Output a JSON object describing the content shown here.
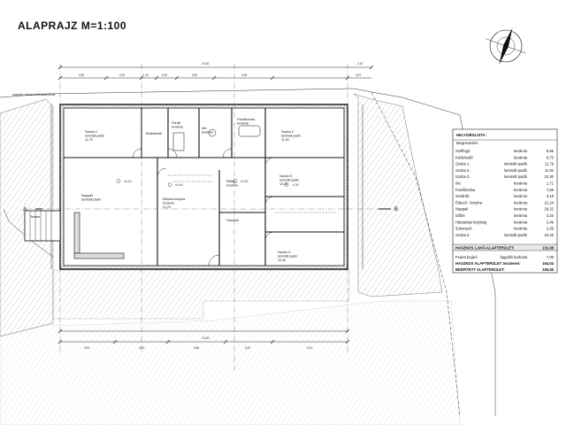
{
  "title": "ALAPRAJZ  M=1:100",
  "boundary_note": "maradó: kbeta telekhatárvonal",
  "section_marks": {
    "left": "A",
    "right": "B"
  },
  "overall_dims": {
    "top_total": "19,60",
    "top_right": "2,67",
    "bottom_total": "19,60"
  },
  "top_segments": [
    "4,90",
    "4,00",
    "1,20",
    "1,90",
    "3,30",
    "4,95",
    "2,67"
  ],
  "bottom_segments": [
    "4,90",
    "4,00",
    "3,80",
    "3,40",
    "5,10"
  ],
  "level_marks": [
    "±0,00",
    "±0,00",
    "±0,00",
    "-0,30"
  ],
  "rooms": [
    {
      "key": "haloszoba1",
      "name": "Szoba 1.",
      "sub": "laminált padló",
      "area": "11,79"
    },
    {
      "key": "kozlekedo_top",
      "name": "Közlekedő",
      "sub": "",
      "area": ""
    },
    {
      "key": "furdo",
      "name": "Fürdő",
      "sub": "kerámia",
      "area": ""
    },
    {
      "key": "wc",
      "name": "Wc",
      "sub": "kerámia",
      "area": ""
    },
    {
      "key": "furdoszoba",
      "name": "Fürdőszoba",
      "sub": "kerámia",
      "area": ""
    },
    {
      "key": "szoba2",
      "name": "Szoba 2.",
      "sub": "laminált padló",
      "area": "11,50"
    },
    {
      "key": "nappali",
      "name": "Nappali",
      "sub": "laminált padló",
      "area": ""
    },
    {
      "key": "etkezo",
      "name": "Étkező-konyha",
      "sub": "kerámia",
      "area": "21,24"
    },
    {
      "key": "eloter",
      "name": "Előtér",
      "sub": "kerámia",
      "area": ""
    },
    {
      "key": "gardrob",
      "name": "Gardrób",
      "sub": "",
      "area": ""
    },
    {
      "key": "szoba3",
      "name": "Szoba 3.",
      "sub": "laminált padló",
      "area": "10,30"
    },
    {
      "key": "szoba4",
      "name": "Szoba 4.",
      "sub": "laminált padló",
      "area": "10,46"
    },
    {
      "key": "terasz",
      "name": "Terasz",
      "sub": "",
      "area": ""
    }
  ],
  "schedule": {
    "header": "HELYISÉGLISTA:",
    "subheader": "Megnevezés:",
    "rows": [
      {
        "name": "Szélfogó",
        "floor": "kerámia",
        "area": "6,56"
      },
      {
        "name": "Közlekedő",
        "floor": "kerámia",
        "area": "6,73"
      },
      {
        "name": "Szoba 1.",
        "floor": "laminált padló",
        "area": "11,79"
      },
      {
        "name": "Szoba 2.",
        "floor": "laminált padló",
        "area": "11,50"
      },
      {
        "name": "Szoba 3.",
        "floor": "laminált padló",
        "area": "10,30"
      },
      {
        "name": "Wc",
        "floor": "kerámia",
        "area": "1,71"
      },
      {
        "name": "Fürdőszoba",
        "floor": "kerámia",
        "area": "7,59"
      },
      {
        "name": "Gardrób",
        "floor": "kerámia",
        "area": "3,15"
      },
      {
        "name": "Étkező - konyha",
        "floor": "kerámia",
        "area": "21,24"
      },
      {
        "name": "Nappali",
        "floor": "kerámia",
        "area": "29,32"
      },
      {
        "name": "Előtér",
        "floor": "kerámia",
        "area": "3,33"
      },
      {
        "name": "Háztartási helyiség",
        "floor": "kerámia",
        "area": "3,49"
      },
      {
        "name": "Zuhanyzó",
        "floor": "kerámia",
        "area": "2,39"
      },
      {
        "name": "Szoba 4.",
        "floor": "laminált padló",
        "area": "10,46"
      }
    ],
    "total_label": "HASZNOS LAKÓ-ALAPTERÜLET:",
    "total_value": "131,08",
    "extra_rows": [
      {
        "name": "Fedett bejáró",
        "floor": "fagyálló burkolat",
        "area": "7,05"
      },
      {
        "name": "HASZNOS ALAPTERÜLET összesen:",
        "floor": "",
        "area": "164,04"
      },
      {
        "name": "BEÉPÍTETT ALAPTERÜLET:",
        "floor": "",
        "area": "195,56"
      }
    ]
  },
  "colors": {
    "line": "#111111",
    "hatch": "#8a8a8a",
    "wall": "#2a2a2a"
  }
}
